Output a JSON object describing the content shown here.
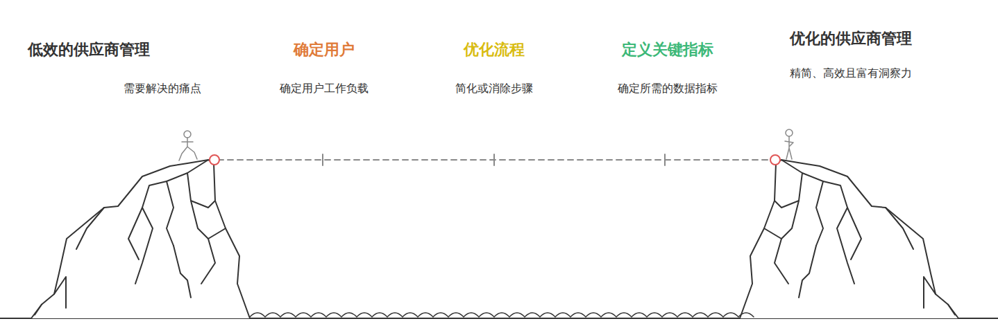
{
  "diagram": {
    "labels": [
      "低效的供应商管理",
      "需要解决的痛点",
      "确定用户",
      "确定用户工作负载",
      "优化流程",
      "简化或消除步骤",
      "定义关键指标",
      "确定所需的数据指标",
      "优化的供应商管理",
      "精简、高效且富有洞察力"
    ]
  }
}
